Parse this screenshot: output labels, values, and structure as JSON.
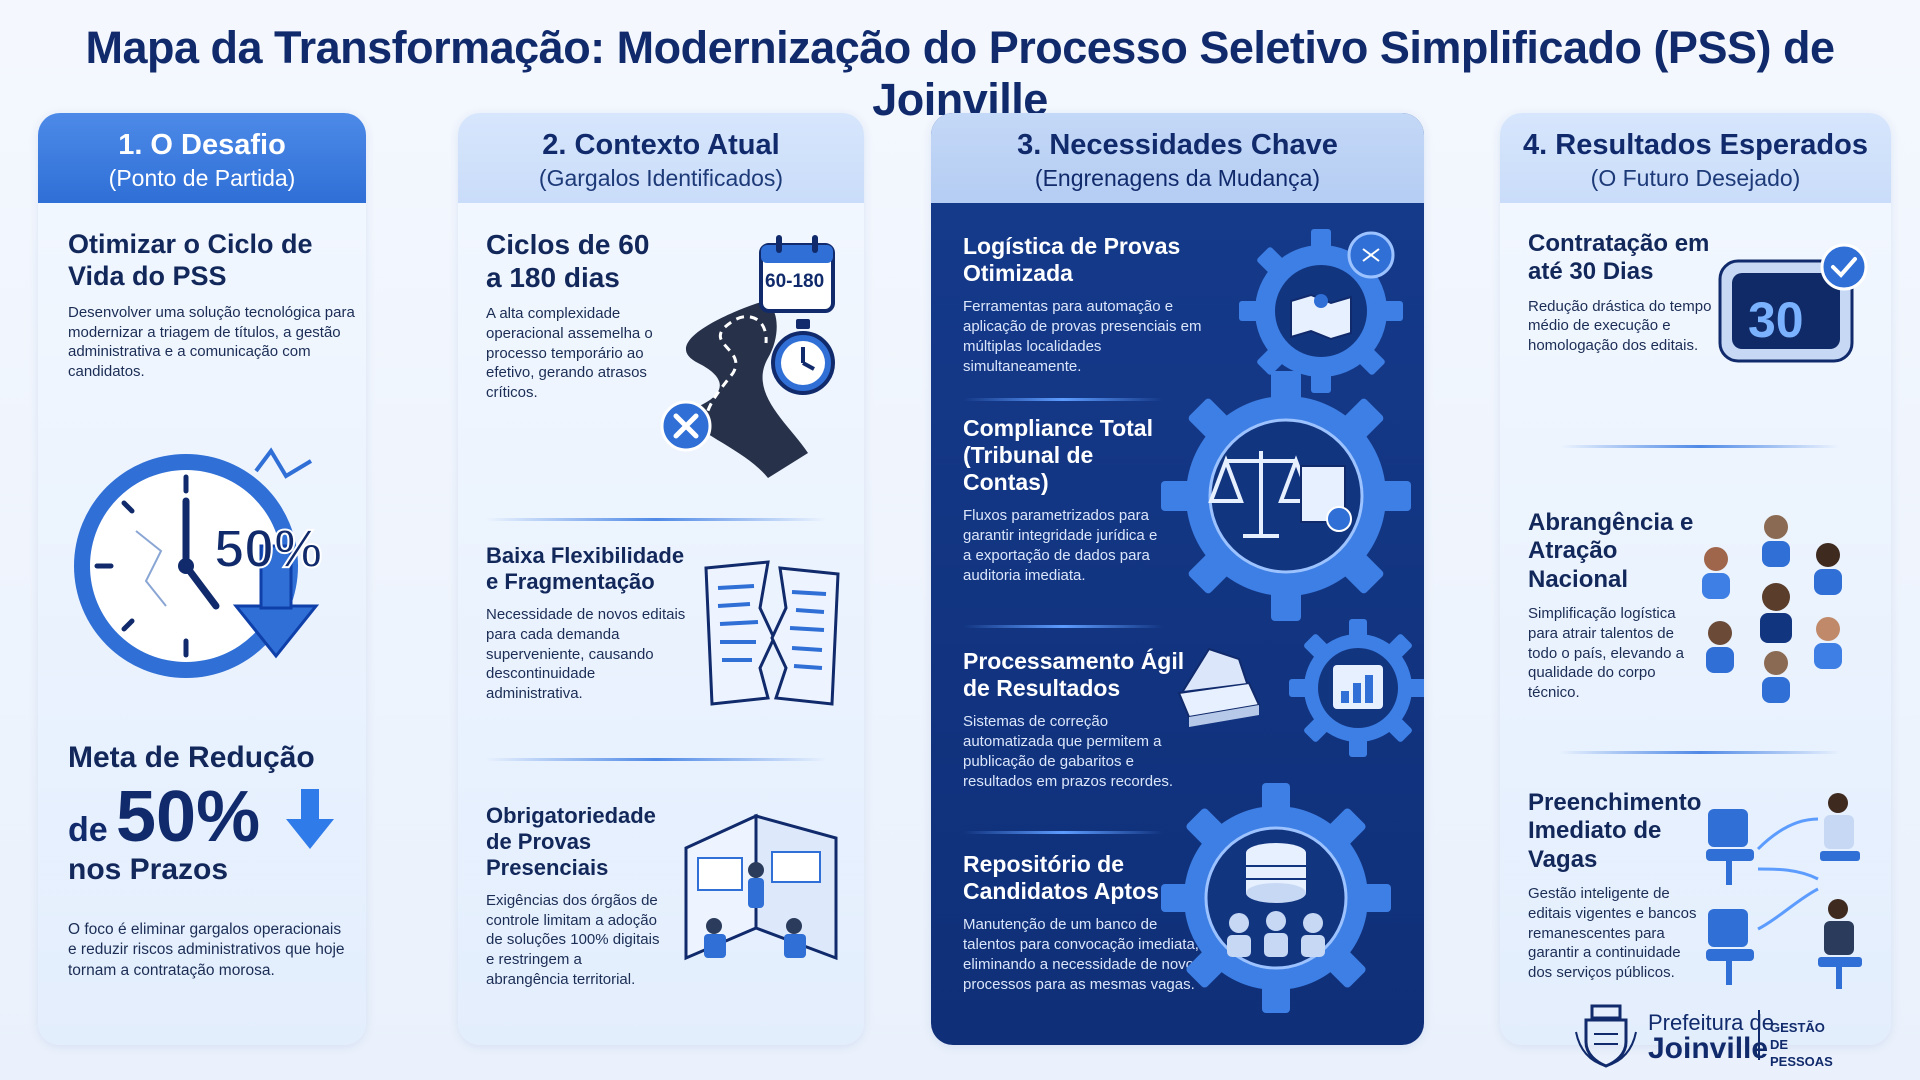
{
  "title": "Mapa da Transformação: Modernização do Processo Seletivo Simplificado (PSS) de Joinville",
  "colors": {
    "navy": "#102a6b",
    "accent": "#2f6fd6",
    "dark_panel": "#163b8c"
  },
  "col1": {
    "head": "1. O Desafio",
    "sub": "(Ponto de Partida)",
    "block1": {
      "heading": "Otimizar o Ciclo de Vida do PSS",
      "text": "Desenvolver uma solução tecnológica para modernizar a triagem de títulos, a gestão administrativa e a comunicação com candidatos."
    },
    "clock_label": "50%",
    "meta": {
      "line1": "Meta de Redução",
      "de": "de",
      "big": "50%",
      "line3": "nos Prazos"
    },
    "block2_text": "O foco é eliminar gargalos operacionais e reduzir riscos administrativos que hoje tornam a contratação morosa.",
    "icons": [
      "broken-clock-icon",
      "down-arrow-icon"
    ]
  },
  "col2": {
    "head": "2. Contexto Atual",
    "sub": "(Gargalos Identificados)",
    "block1": {
      "heading": "Ciclos de 60 a 180 dias",
      "text": "A alta complexidade operacional assemelha o processo temporário ao efetivo, gerando atrasos críticos."
    },
    "calendar_label": "60-180",
    "block2": {
      "heading": "Baixa Flexibilidade e Fragmentação",
      "text": "Necessidade de novos editais para cada demanda superveniente, causando descontinuidade administrativa."
    },
    "block3": {
      "heading": "Obrigatoriedade de Provas Presenciais",
      "text": "Exigências dos órgãos de controle limitam a adoção de soluções 100% digitais e restringem a abrangência territorial."
    },
    "icons": [
      "road-icon",
      "calendar-icon",
      "stopwatch-icon",
      "torn-document-icon",
      "exam-room-icon"
    ]
  },
  "col3": {
    "head": "3. Necessidades Chave",
    "sub": "(Engrenagens da Mudança)",
    "blocks": [
      {
        "heading": "Logística de Provas Otimizada",
        "text": "Ferramentas para automação e aplicação de provas presenciais em múltiplas localidades simultaneamente."
      },
      {
        "heading": "Compliance Total (Tribunal de Contas)",
        "text": "Fluxos parametrizados para garantir integridade jurídica e a exportação de dados para auditoria imediata."
      },
      {
        "heading": "Processamento Ágil de Resultados",
        "text": "Sistemas de correção automatizada que permitem a publicação de gabaritos e resultados em prazos recordes."
      },
      {
        "heading": "Repositório de Candidatos Aptos",
        "text": "Manutenção de um banco de talentos para convocação imediata, eliminando a necessidade de novos processos para as mesmas vagas."
      }
    ],
    "icons": [
      "map-gear-icon",
      "scales-gear-icon",
      "scanner-icon",
      "chart-gear-icon",
      "database-gear-icon"
    ]
  },
  "col4": {
    "head": "4. Resultados Esperados",
    "sub": "(O Futuro Desejado)",
    "block1": {
      "heading": "Contratação em até 30 Dias",
      "text": "Redução drástica do tempo médio de execução e homologação dos editais."
    },
    "timer_label": "30",
    "block2": {
      "heading": "Abrangência e Atração Nacional",
      "text": "Simplificação logística para atrair talentos de todo o país, elevando a qualidade do corpo técnico."
    },
    "block3": {
      "heading": "Preenchimento Imediato de Vagas",
      "text": "Gestão inteligente de editais vigentes e bancos remanescentes para garantir a continuidade dos serviços públicos."
    },
    "icons": [
      "digital-timer-icon",
      "people-group-icon",
      "chairs-icon"
    ]
  },
  "logo": {
    "line1": "Prefeitura de",
    "line2": "Joinville",
    "dept": "GESTÃO DE PESSOAS"
  }
}
